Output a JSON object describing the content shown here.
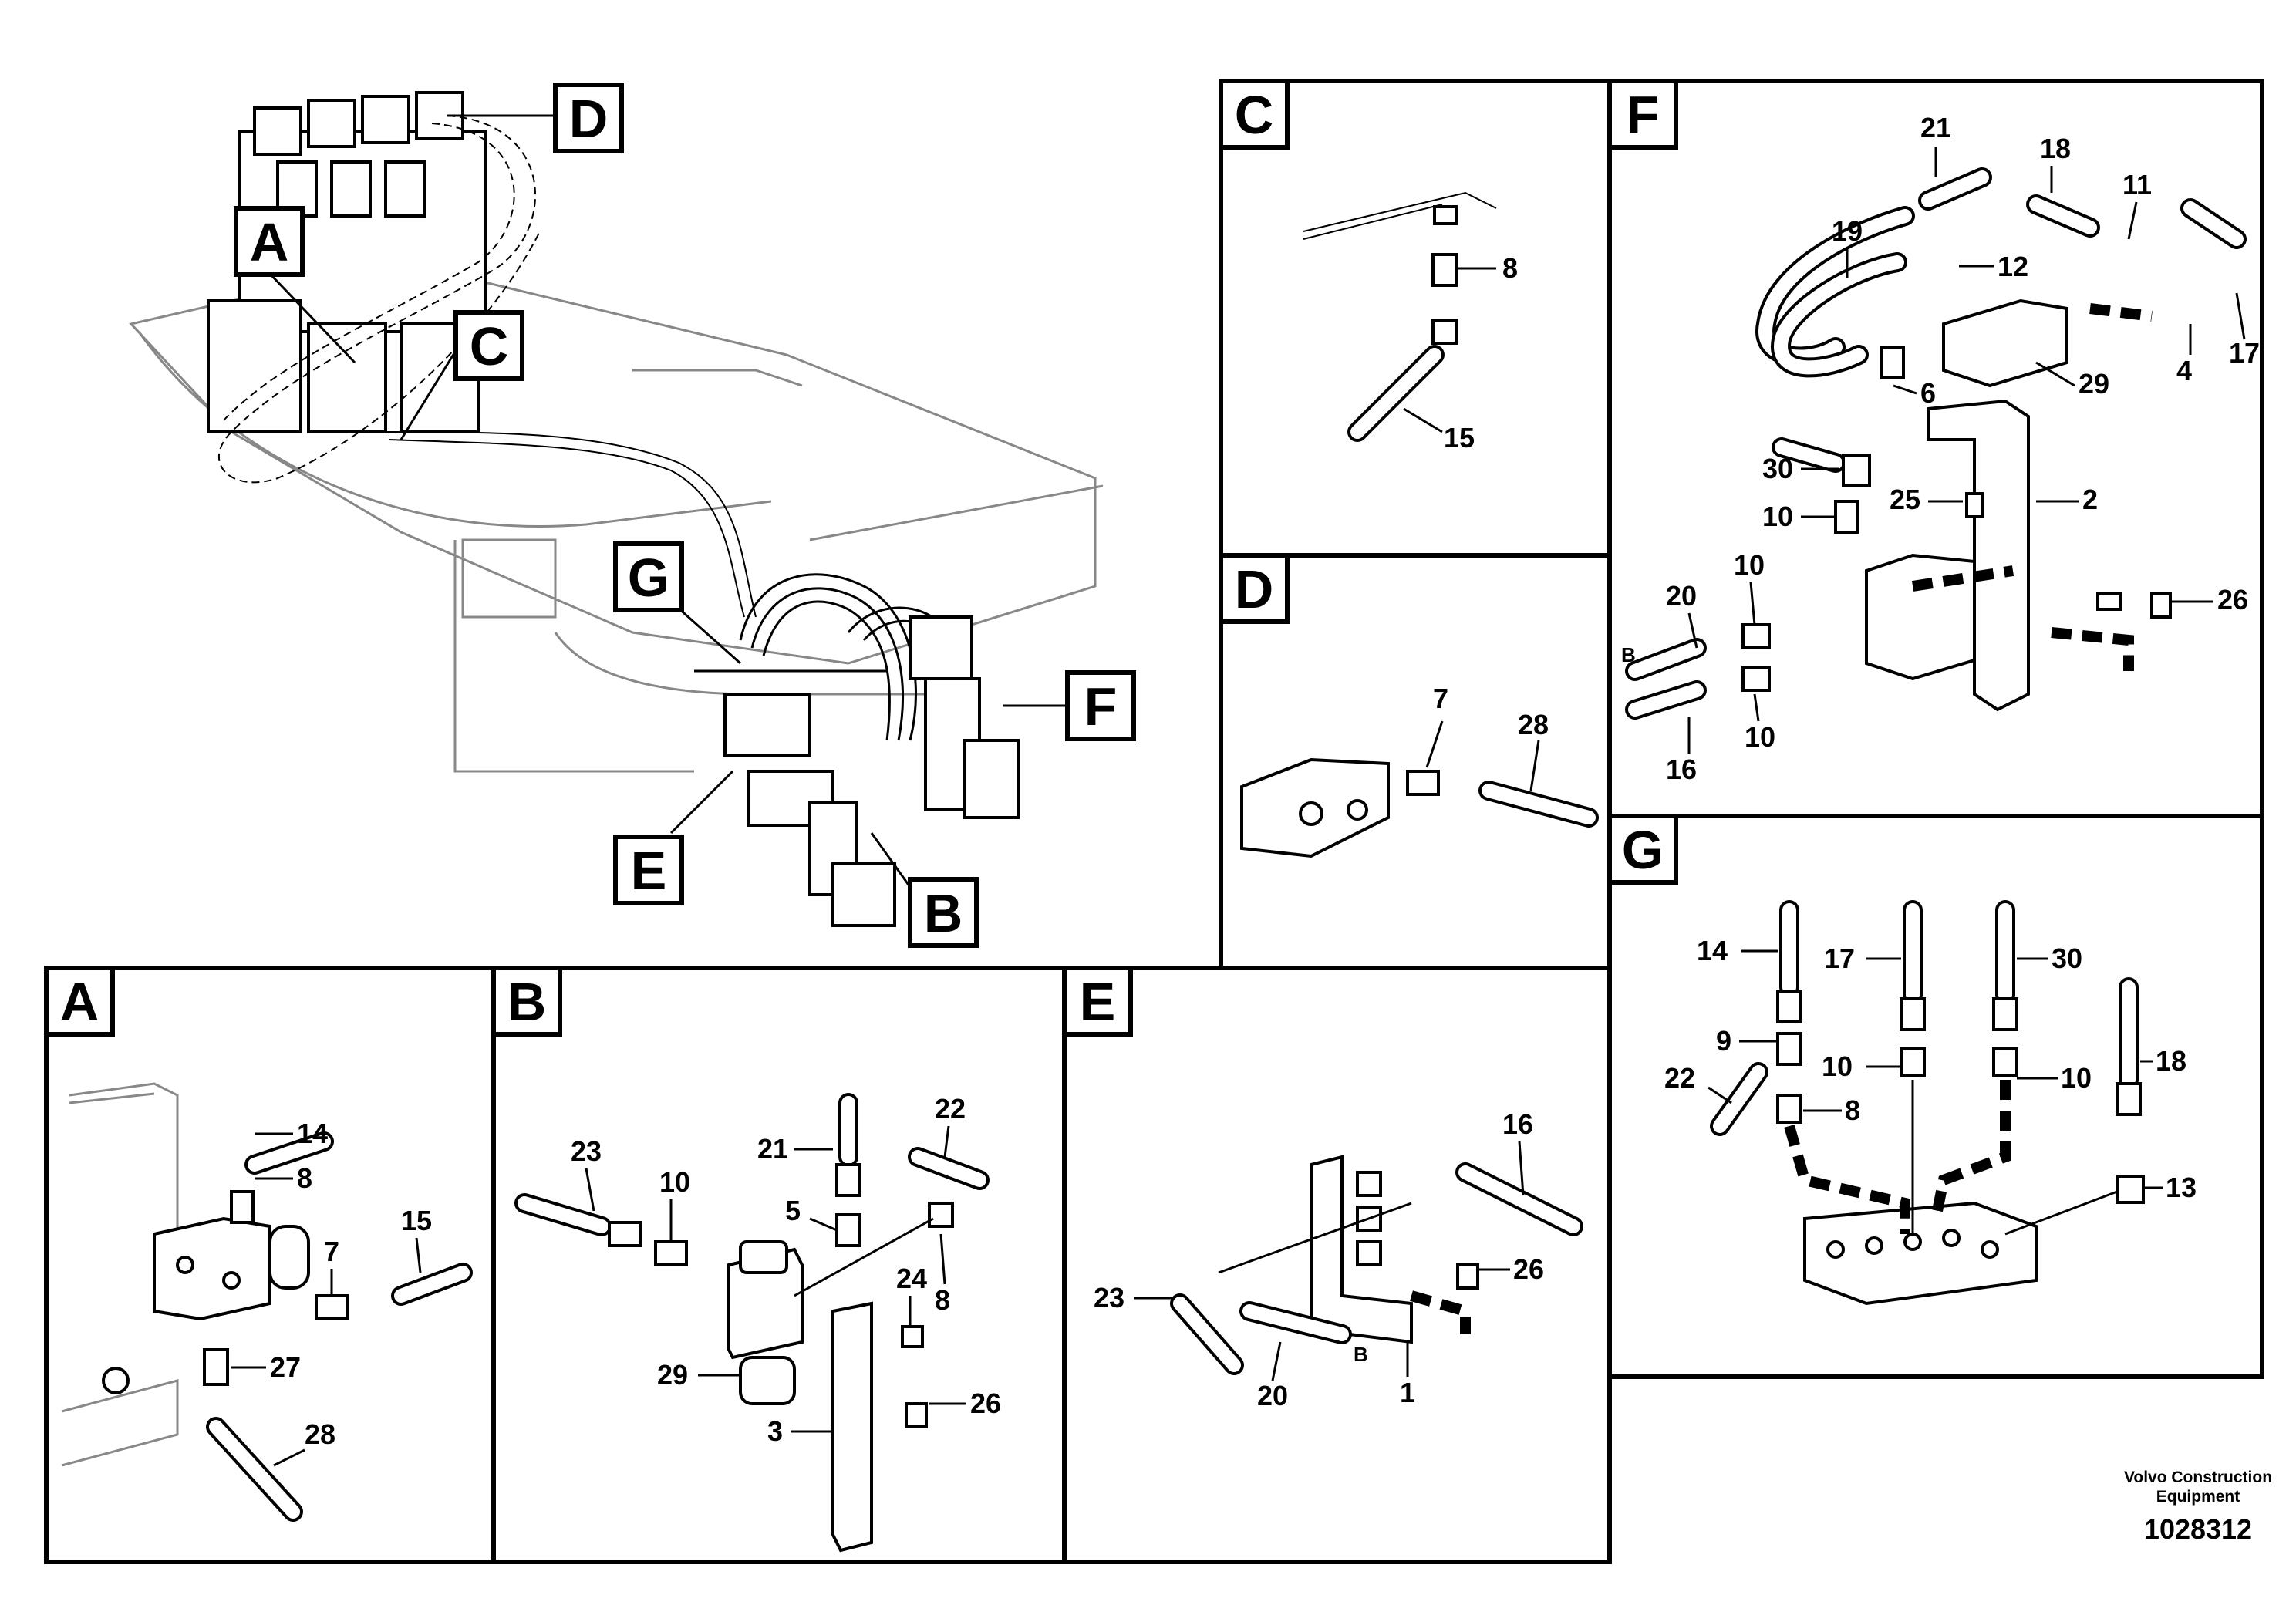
{
  "overview": {
    "tags": [
      "A",
      "B",
      "C",
      "D",
      "E",
      "F",
      "G"
    ]
  },
  "panels": {
    "A": {
      "tag": "A",
      "callouts": [
        "14",
        "8",
        "7",
        "15",
        "27",
        "28"
      ]
    },
    "B": {
      "tag": "B",
      "callouts": [
        "23",
        "10",
        "21",
        "22",
        "5",
        "24",
        "8",
        "29",
        "26",
        "3"
      ]
    },
    "C": {
      "tag": "C",
      "callouts": [
        "8",
        "15"
      ]
    },
    "D": {
      "tag": "D",
      "callouts": [
        "7",
        "28"
      ]
    },
    "E": {
      "tag": "E",
      "callouts": [
        "16",
        "23",
        "26",
        "20",
        "1"
      ],
      "port_label": "B"
    },
    "F": {
      "tag": "F",
      "callouts": [
        "21",
        "18",
        "11",
        "19",
        "12",
        "4",
        "17",
        "29",
        "6",
        "30",
        "25",
        "2",
        "10",
        "20",
        "10",
        "26",
        "10",
        "16"
      ],
      "port_label": "B"
    },
    "G": {
      "tag": "G",
      "callouts": [
        "14",
        "17",
        "30",
        "9",
        "10",
        "10",
        "22",
        "8",
        "18",
        "13"
      ]
    }
  },
  "footer": {
    "company_line1": "Volvo Construction",
    "company_line2": "Equipment",
    "drawing_number": "1028312"
  }
}
